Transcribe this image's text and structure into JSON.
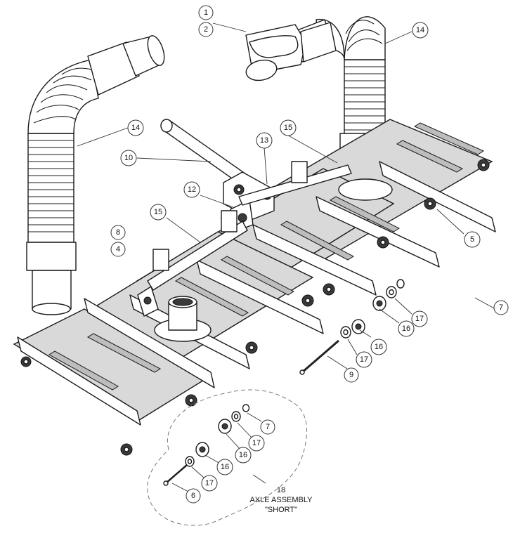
{
  "callouts": [
    {
      "id": "c1",
      "text": "1"
    },
    {
      "id": "c2",
      "text": "2"
    },
    {
      "id": "c14a",
      "text": "14"
    },
    {
      "id": "c14b",
      "text": "14"
    },
    {
      "id": "c15a",
      "text": "15"
    },
    {
      "id": "c15b",
      "text": "15"
    },
    {
      "id": "c13",
      "text": "13"
    },
    {
      "id": "c10",
      "text": "10"
    },
    {
      "id": "c12",
      "text": "12"
    },
    {
      "id": "c8",
      "text": "8"
    },
    {
      "id": "c4",
      "text": "4"
    },
    {
      "id": "c5",
      "text": "5"
    },
    {
      "id": "c7a",
      "text": "7"
    },
    {
      "id": "c17a",
      "text": "17"
    },
    {
      "id": "c16a",
      "text": "16"
    },
    {
      "id": "c16b",
      "text": "16"
    },
    {
      "id": "c17b",
      "text": "17"
    },
    {
      "id": "c9",
      "text": "9"
    },
    {
      "id": "c7b",
      "text": "7"
    },
    {
      "id": "c17c",
      "text": "17"
    },
    {
      "id": "c16c",
      "text": "16"
    },
    {
      "id": "c16d",
      "text": "16"
    },
    {
      "id": "c17d",
      "text": "17"
    },
    {
      "id": "c6",
      "text": "6"
    }
  ],
  "axle_assembly": {
    "number": "18",
    "line1": "AXLE ASSEMBLY",
    "line2": "\"SHORT\""
  }
}
